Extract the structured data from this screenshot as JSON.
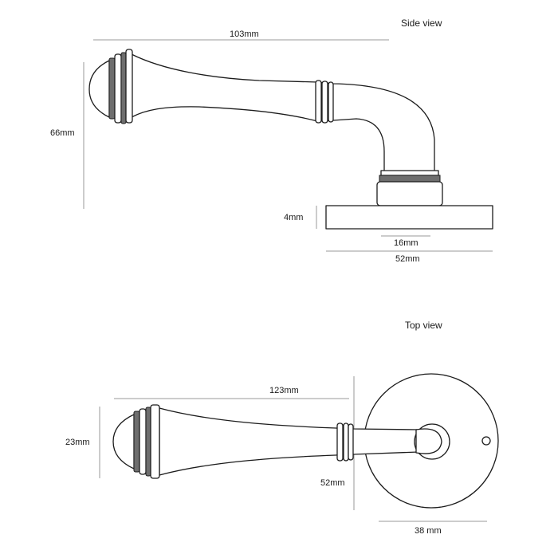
{
  "views": {
    "side": {
      "title": "Side view",
      "dimensions": {
        "length": "103mm",
        "height": "66mm",
        "rose_thickness": "4mm",
        "neck_diameter": "16mm",
        "rose_diameter": "52mm"
      }
    },
    "top": {
      "title": "Top view",
      "dimensions": {
        "length": "123mm",
        "grip_height": "23mm",
        "rose_diameter": "52mm",
        "projection": "38 mm"
      }
    }
  },
  "colors": {
    "outline": "#1c1c1c",
    "dimension_line": "#9a9a9a",
    "band_fill": "#6e6e6e",
    "background": "#ffffff"
  }
}
